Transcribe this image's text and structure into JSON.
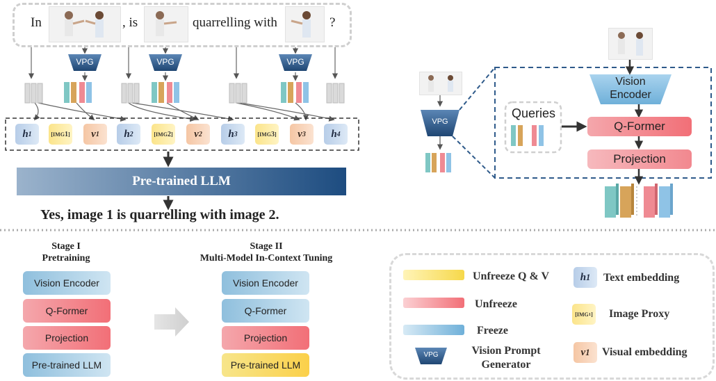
{
  "top_sentence": {
    "w1": "In",
    "w2": ", is",
    "w3": "quarrelling with",
    "w4": "?"
  },
  "vpg_label": "VPG",
  "token_row": {
    "t1": "h",
    "t1_sub": "1",
    "i1": "[IMG",
    "i1_sub": "1",
    "i1_end": "]",
    "v1": "v",
    "v1_sub": "1",
    "t2": "h",
    "t2_sub": "2",
    "i2": "[IMG",
    "i2_sub": "2",
    "i2_end": "]",
    "v2": "v",
    "v2_sub": "2",
    "t3": "h",
    "t3_sub": "3",
    "i3": "[IMG",
    "i3_sub": "3",
    "i3_end": "]",
    "v3": "v",
    "v3_sub": "3",
    "t4": "h",
    "t4_sub": "4"
  },
  "llm_bar": "Pre-trained LLM",
  "answer": "Yes, image 1 is quarrelling with image 2.",
  "right_panel": {
    "vpg": "VPG",
    "vision_encoder": "Vision Encoder",
    "queries": "Queries",
    "qformer": "Q-Former",
    "projection": "Projection"
  },
  "stage1": {
    "title_line1": "Stage I",
    "title_line2": "Pretraining",
    "boxes": [
      "Vision Encoder",
      "Q-Former",
      "Projection",
      "Pre-trained LLM"
    ]
  },
  "stage2": {
    "title_line1": "Stage II",
    "title_line2": "Multi-Model  In-Context Tuning",
    "boxes": [
      "Vision Encoder",
      "Q-Former",
      "Projection",
      "Pre-trained LLM"
    ]
  },
  "legend": {
    "unfreeze_qv": "Unfreeze Q & V",
    "unfreeze": "Unfreeze",
    "freeze": "Freeze",
    "vpg_icon": "VPG",
    "vpg_label_line1": "Vision  Prompt",
    "vpg_label_line2": "Generator",
    "text_emb_icon": "h",
    "text_emb_sub": "1",
    "text_emb": "Text embedding",
    "img_proxy_icon": "[IMG",
    "img_proxy_sub": "1",
    "img_proxy_end": "]",
    "img_proxy": "Image Proxy",
    "vis_emb_icon": "v",
    "vis_emb_sub": "1",
    "vis_emb": "Visual embedding"
  },
  "colors": {
    "freeze": "#8fbfdd",
    "unfreeze": "#f26f77",
    "unfreeze_qv": "#fbd04a",
    "llm_bar_start": "#9bb3cc",
    "llm_bar_end": "#1d4c80",
    "vpg": "#2e5a8a"
  }
}
